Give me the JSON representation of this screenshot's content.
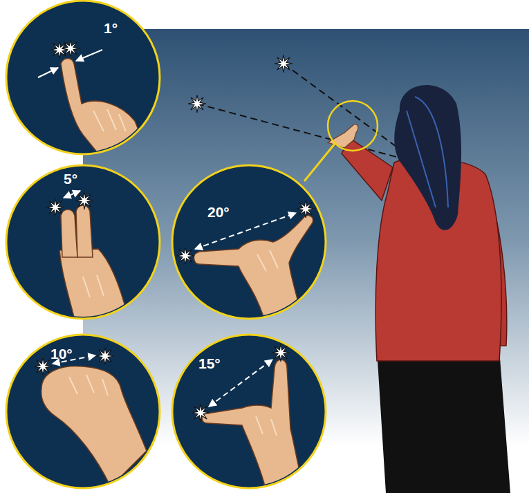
{
  "diagram": {
    "nodes": [
      {
        "text": [
          "1°"
        ]
      },
      {
        "text": [
          "5°"
        ]
      },
      {
        "text": [
          "20°"
        ]
      },
      {
        "text": [
          "10°"
        ]
      },
      {
        "text": [
          "15°"
        ]
      }
    ]
  }
}
